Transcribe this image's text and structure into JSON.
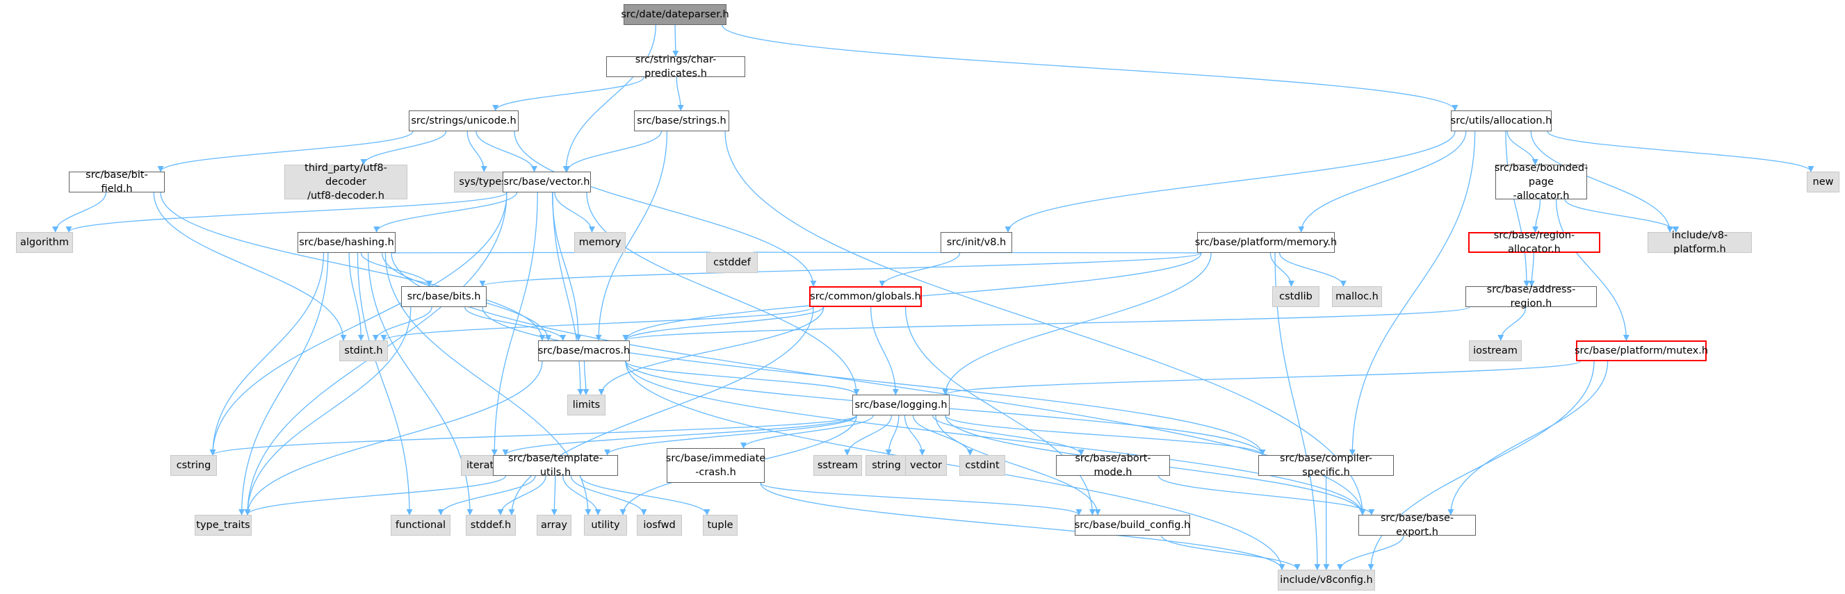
{
  "colors": {
    "edge": "#63b8ff",
    "node_border": "#606060",
    "sys_fill": "#e0e0e0",
    "red_border": "#ff0000",
    "root_fill": "#999999"
  },
  "nodes": {
    "dateparser": {
      "label": "src/date/dateparser.h",
      "kind": "root"
    },
    "charpred": {
      "label": "src/strings/char-predicates.h",
      "kind": "file"
    },
    "unicode": {
      "label": "src/strings/unicode.h",
      "kind": "file"
    },
    "strings": {
      "label": "src/base/strings.h",
      "kind": "file"
    },
    "allocation": {
      "label": "src/utils/allocation.h",
      "kind": "file"
    },
    "bitfield": {
      "label": "src/base/bit-field.h",
      "kind": "file"
    },
    "utf8": {
      "label": "third_party/utf8-decoder\n/utf8-decoder.h",
      "kind": "sys"
    },
    "systypes": {
      "label": "sys/types.h",
      "kind": "sys"
    },
    "vector": {
      "label": "src/base/vector.h",
      "kind": "file"
    },
    "bounded": {
      "label": "src/base/bounded-page\n-allocator.h",
      "kind": "file"
    },
    "new": {
      "label": "new",
      "kind": "sys"
    },
    "algorithm": {
      "label": "algorithm",
      "kind": "sys"
    },
    "memory": {
      "label": "memory",
      "kind": "sys"
    },
    "hashing": {
      "label": "src/base/hashing.h",
      "kind": "file"
    },
    "initv8": {
      "label": "src/init/v8.h",
      "kind": "file"
    },
    "platmem": {
      "label": "src/base/platform/memory.h",
      "kind": "file"
    },
    "regalloc": {
      "label": "src/base/region-allocator.h",
      "kind": "red"
    },
    "v8platform": {
      "label": "include/v8-platform.h",
      "kind": "sys"
    },
    "cstddef": {
      "label": "cstddef",
      "kind": "sys"
    },
    "bits": {
      "label": "src/base/bits.h",
      "kind": "file"
    },
    "globals": {
      "label": "src/common/globals.h",
      "kind": "red"
    },
    "cstdlib": {
      "label": "cstdlib",
      "kind": "sys"
    },
    "malloch": {
      "label": "malloc.h",
      "kind": "sys"
    },
    "addrregion": {
      "label": "src/base/address-region.h",
      "kind": "file"
    },
    "stdint": {
      "label": "stdint.h",
      "kind": "sys"
    },
    "macros": {
      "label": "src/base/macros.h",
      "kind": "file"
    },
    "iostream": {
      "label": "iostream",
      "kind": "sys"
    },
    "mutex": {
      "label": "src/base/platform/mutex.h",
      "kind": "red"
    },
    "limits": {
      "label": "limits",
      "kind": "sys"
    },
    "logging": {
      "label": "src/base/logging.h",
      "kind": "file"
    },
    "cstring": {
      "label": "cstring",
      "kind": "sys"
    },
    "iterator": {
      "label": "iterator",
      "kind": "sys"
    },
    "templutils": {
      "label": "src/base/template-utils.h",
      "kind": "file"
    },
    "immcrash": {
      "label": "src/base/immediate\n-crash.h",
      "kind": "file"
    },
    "sstream": {
      "label": "sstream",
      "kind": "sys"
    },
    "string": {
      "label": "string",
      "kind": "sys"
    },
    "vectorstd": {
      "label": "vector",
      "kind": "sys"
    },
    "cstdint": {
      "label": "cstdint",
      "kind": "sys"
    },
    "abortmode": {
      "label": "src/base/abort-mode.h",
      "kind": "file"
    },
    "compspec": {
      "label": "src/base/compiler-specific.h",
      "kind": "file"
    },
    "typetraits": {
      "label": "type_traits",
      "kind": "sys"
    },
    "functional": {
      "label": "functional",
      "kind": "sys"
    },
    "stddef": {
      "label": "stddef.h",
      "kind": "sys"
    },
    "array": {
      "label": "array",
      "kind": "sys"
    },
    "utility": {
      "label": "utility",
      "kind": "sys"
    },
    "iosfwd": {
      "label": "iosfwd",
      "kind": "sys"
    },
    "tuple": {
      "label": "tuple",
      "kind": "sys"
    },
    "buildconfig": {
      "label": "src/base/build_config.h",
      "kind": "file"
    },
    "baseexport": {
      "label": "src/base/base-export.h",
      "kind": "file"
    },
    "v8config": {
      "label": "include/v8config.h",
      "kind": "sys"
    }
  },
  "edges": [
    [
      "dateparser",
      "charpred"
    ],
    [
      "dateparser",
      "allocation"
    ],
    [
      "dateparser",
      "vector"
    ],
    [
      "charpred",
      "unicode"
    ],
    [
      "charpred",
      "strings"
    ],
    [
      "unicode",
      "bitfield"
    ],
    [
      "unicode",
      "utf8"
    ],
    [
      "unicode",
      "systypes"
    ],
    [
      "unicode",
      "vector"
    ],
    [
      "unicode",
      "globals"
    ],
    [
      "strings",
      "vector"
    ],
    [
      "strings",
      "macros"
    ],
    [
      "strings",
      "baseexport"
    ],
    [
      "allocation",
      "initv8"
    ],
    [
      "allocation",
      "platmem"
    ],
    [
      "allocation",
      "bounded"
    ],
    [
      "allocation",
      "addrregion"
    ],
    [
      "allocation",
      "v8platform"
    ],
    [
      "allocation",
      "new"
    ],
    [
      "allocation",
      "compspec"
    ],
    [
      "bitfield",
      "algorithm"
    ],
    [
      "bitfield",
      "stdint"
    ],
    [
      "bitfield",
      "macros"
    ],
    [
      "vector",
      "algorithm"
    ],
    [
      "vector",
      "memory"
    ],
    [
      "vector",
      "hashing"
    ],
    [
      "vector",
      "macros"
    ],
    [
      "vector",
      "logging"
    ],
    [
      "vector",
      "limits"
    ],
    [
      "vector",
      "cstring"
    ],
    [
      "vector",
      "typetraits"
    ],
    [
      "vector",
      "iterator"
    ],
    [
      "bounded",
      "regalloc"
    ],
    [
      "bounded",
      "v8platform"
    ],
    [
      "bounded",
      "mutex"
    ],
    [
      "hashing",
      "bits"
    ],
    [
      "hashing",
      "cstddef"
    ],
    [
      "hashing",
      "stdint"
    ],
    [
      "hashing",
      "macros"
    ],
    [
      "hashing",
      "cstring"
    ],
    [
      "hashing",
      "typetraits"
    ],
    [
      "hashing",
      "functional"
    ],
    [
      "hashing",
      "utility"
    ],
    [
      "hashing",
      "stddef"
    ],
    [
      "hashing",
      "baseexport"
    ],
    [
      "initv8",
      "globals"
    ],
    [
      "platmem",
      "cstddef"
    ],
    [
      "platmem",
      "cstdlib"
    ],
    [
      "platmem",
      "malloch"
    ],
    [
      "platmem",
      "bits"
    ],
    [
      "platmem",
      "macros"
    ],
    [
      "platmem",
      "logging"
    ],
    [
      "platmem",
      "v8config"
    ],
    [
      "regalloc",
      "addrregion"
    ],
    [
      "bits",
      "stdint"
    ],
    [
      "bits",
      "macros"
    ],
    [
      "bits",
      "typetraits"
    ],
    [
      "bits",
      "compspec"
    ],
    [
      "globals",
      "macros"
    ],
    [
      "globals",
      "logging"
    ],
    [
      "globals",
      "limits"
    ],
    [
      "globals",
      "stdint"
    ],
    [
      "globals",
      "stddef"
    ],
    [
      "globals",
      "buildconfig"
    ],
    [
      "addrregion",
      "iostream"
    ],
    [
      "addrregion",
      "macros"
    ],
    [
      "macros",
      "limits"
    ],
    [
      "macros",
      "logging"
    ],
    [
      "macros",
      "typetraits"
    ],
    [
      "macros",
      "compspec"
    ],
    [
      "macros",
      "v8config"
    ],
    [
      "macros",
      "baseexport"
    ],
    [
      "mutex",
      "logging"
    ],
    [
      "mutex",
      "baseexport"
    ],
    [
      "mutex",
      "v8config"
    ],
    [
      "logging",
      "cstring"
    ],
    [
      "logging",
      "iterator"
    ],
    [
      "logging",
      "templutils"
    ],
    [
      "logging",
      "immcrash"
    ],
    [
      "logging",
      "sstream"
    ],
    [
      "logging",
      "string"
    ],
    [
      "logging",
      "vectorstd"
    ],
    [
      "logging",
      "cstdint"
    ],
    [
      "logging",
      "abortmode"
    ],
    [
      "logging",
      "compspec"
    ],
    [
      "logging",
      "utility"
    ],
    [
      "logging",
      "buildconfig"
    ],
    [
      "logging",
      "baseexport"
    ],
    [
      "templutils",
      "typetraits"
    ],
    [
      "templutils",
      "functional"
    ],
    [
      "templutils",
      "stddef"
    ],
    [
      "templutils",
      "array"
    ],
    [
      "templutils",
      "utility"
    ],
    [
      "templutils",
      "iosfwd"
    ],
    [
      "templutils",
      "tuple"
    ],
    [
      "immcrash",
      "buildconfig"
    ],
    [
      "immcrash",
      "v8config"
    ],
    [
      "abortmode",
      "baseexport"
    ],
    [
      "compspec",
      "v8config"
    ],
    [
      "buildconfig",
      "v8config"
    ],
    [
      "baseexport",
      "v8config"
    ]
  ]
}
